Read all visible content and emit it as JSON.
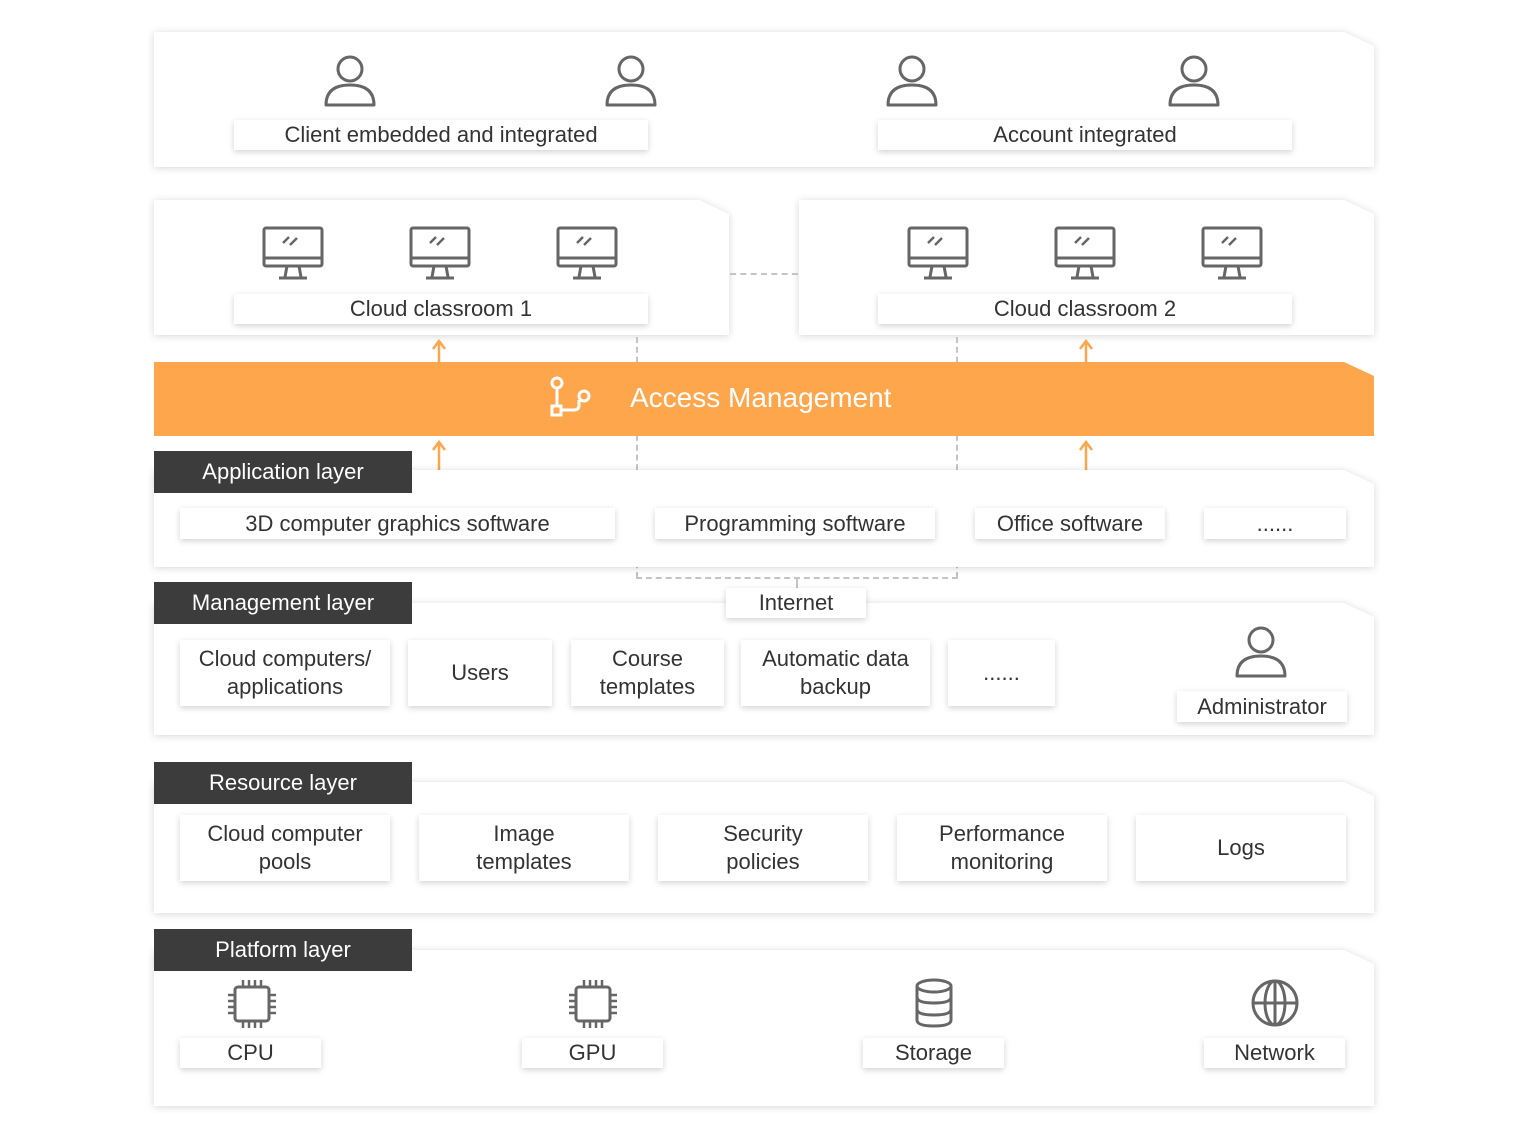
{
  "top": {
    "client_label": "Client embedded and integrated",
    "account_label": "Account integrated"
  },
  "classrooms": {
    "one": "Cloud classroom 1",
    "two": "Cloud classroom 2"
  },
  "access": {
    "title": "Access Management"
  },
  "application_layer": {
    "tag": "Application layer",
    "items": [
      "3D computer graphics software",
      "Programming software",
      "Office software",
      "......"
    ]
  },
  "internet_label": "Internet",
  "management_layer": {
    "tag": "Management layer",
    "items": [
      "Cloud computers/\napplications",
      "Users",
      "Course\ntemplates",
      "Automatic data\nbackup",
      "......"
    ],
    "admin_label": "Administrator"
  },
  "resource_layer": {
    "tag": "Resource layer",
    "items": [
      "Cloud computer\npools",
      "Image\ntemplates",
      "Security\npolicies",
      "Performance\nmonitoring",
      "Logs"
    ]
  },
  "platform_layer": {
    "tag": "Platform layer",
    "items": [
      "CPU",
      "GPU",
      "Storage",
      "Network"
    ]
  },
  "colors": {
    "accent": "#fda64c",
    "tag_bg": "#3c3c3c",
    "icon": "#666666"
  }
}
